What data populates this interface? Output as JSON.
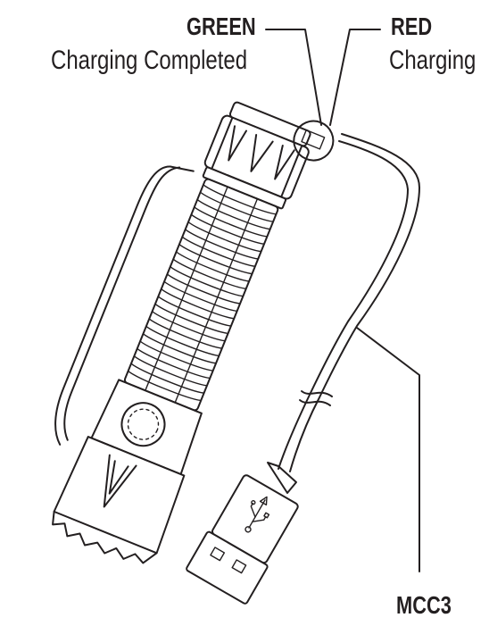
{
  "labels": {
    "green_title": "GREEN",
    "green_desc": "Charging Completed",
    "red_title": "RED",
    "red_desc": "Charging",
    "cable": "MCC3"
  },
  "icons": {
    "usb": "usb-symbol-icon"
  },
  "colors": {
    "line": "#231f20",
    "background": "#ffffff"
  }
}
